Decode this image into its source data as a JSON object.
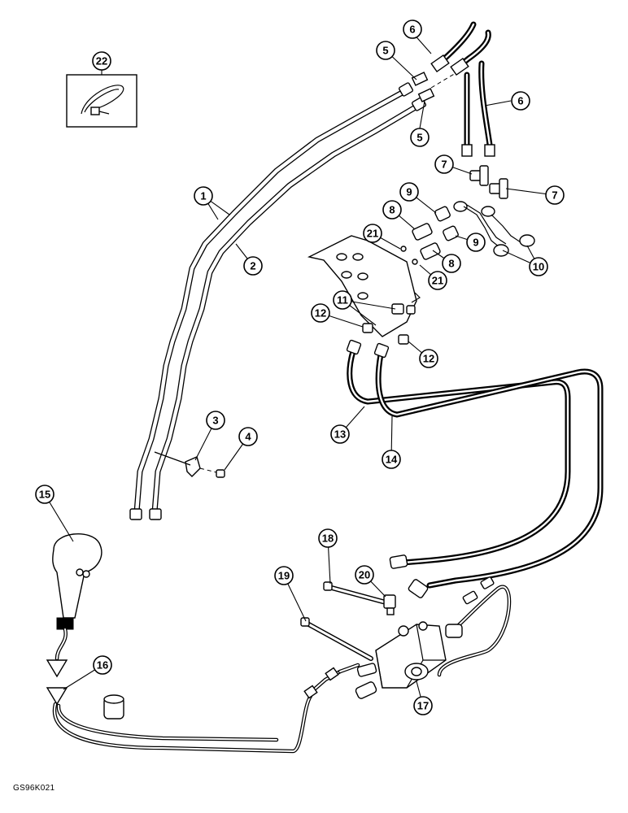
{
  "drawing_code": "GS96K021",
  "callouts": [
    "1",
    "2",
    "3",
    "4",
    "5",
    "5",
    "6",
    "6",
    "7",
    "7",
    "8",
    "8",
    "9",
    "9",
    "10",
    "11",
    "12",
    "12",
    "13",
    "14",
    "15",
    "16",
    "17",
    "18",
    "19",
    "20",
    "21",
    "21",
    "22"
  ]
}
